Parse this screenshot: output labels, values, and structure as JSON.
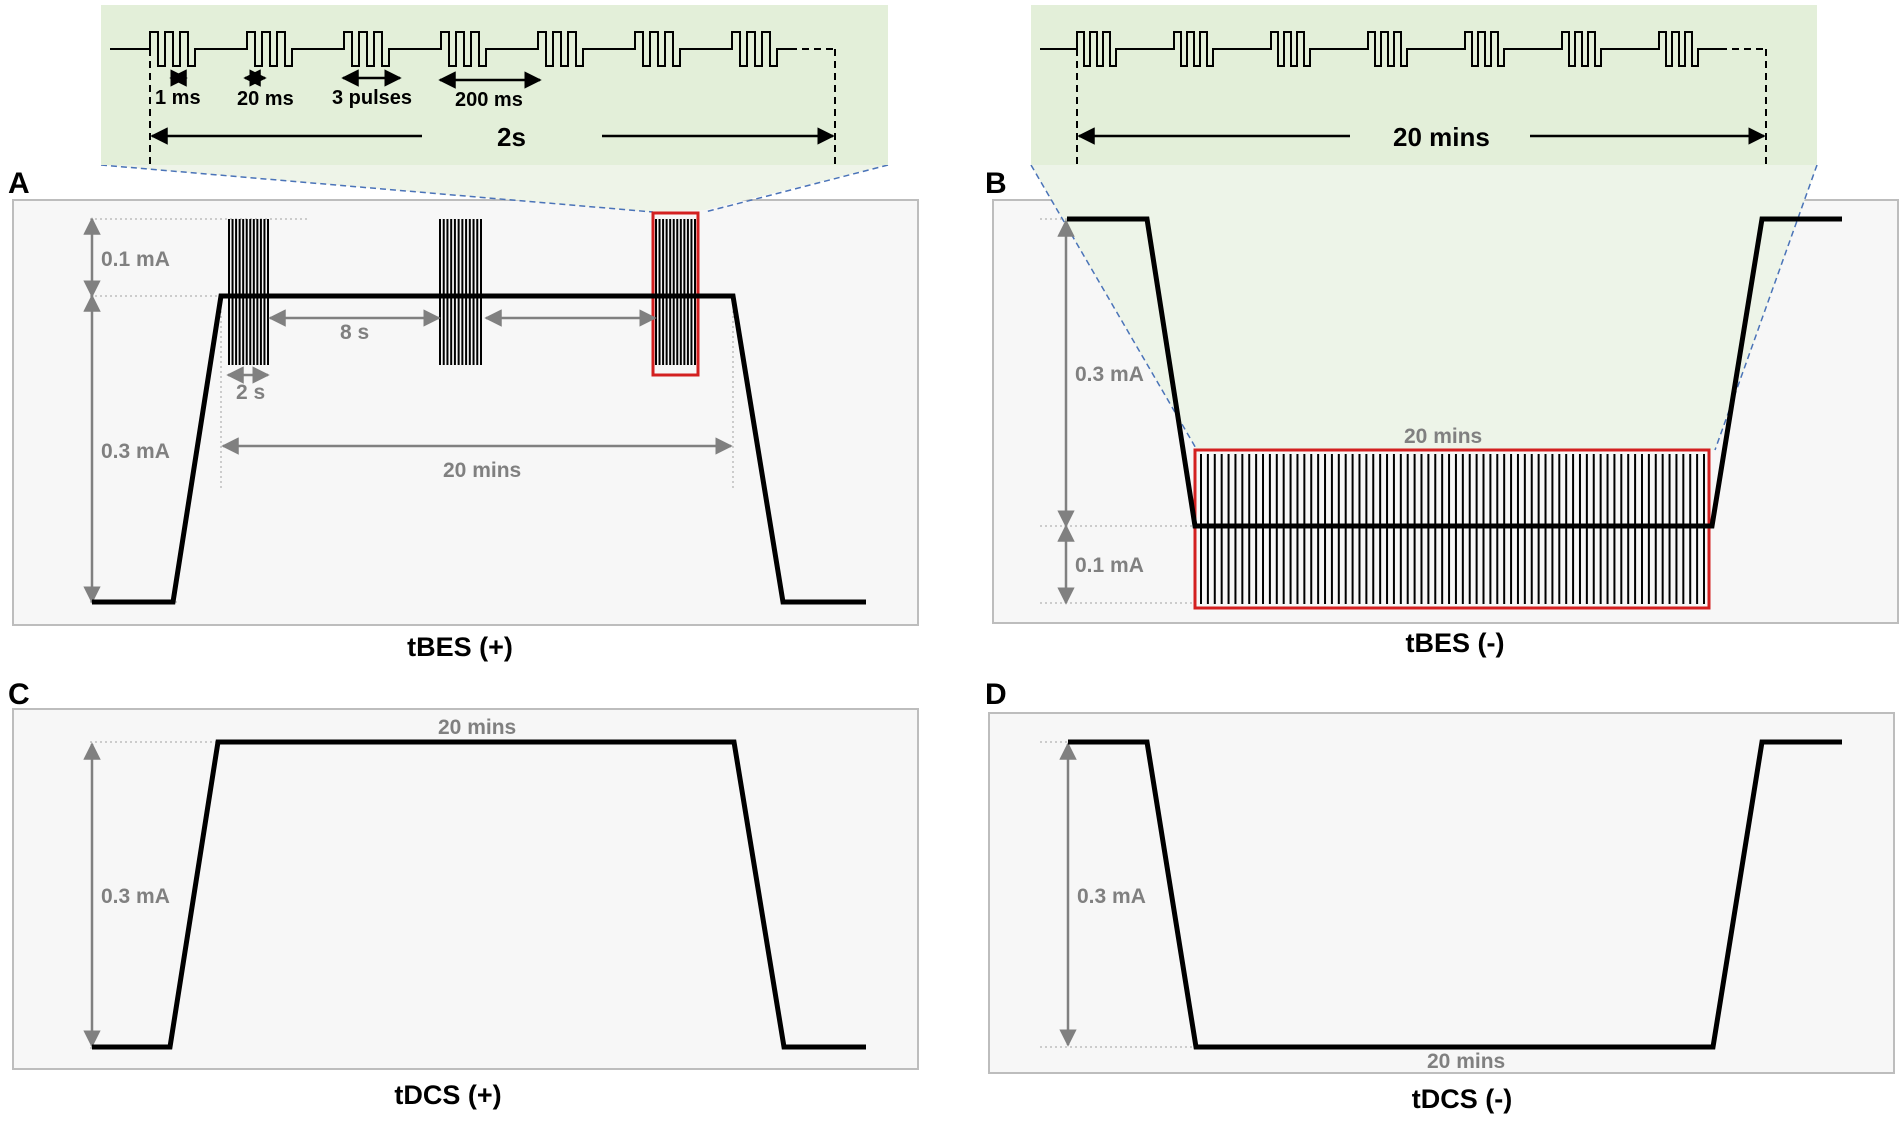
{
  "panels": {
    "A": {
      "letter": "A",
      "caption": "tBES (+)",
      "labels": {
        "amp_small": "0.1 mA",
        "amp_large": "0.3 mA",
        "interval": "8 s",
        "burst_duration": "2 s",
        "duration": "20 mins"
      },
      "zoom": {
        "pulse_width": "1 ms",
        "pulse_interval": "20 ms",
        "pulses": "3 pulses",
        "burst_period": "200 ms",
        "total": "2s"
      }
    },
    "B": {
      "letter": "B",
      "caption": "tBES (-)",
      "labels": {
        "amp_large": "0.3 mA",
        "amp_small": "0.1 mA",
        "duration": "20 mins"
      },
      "zoom": {
        "total": "20 mins"
      }
    },
    "C": {
      "letter": "C",
      "caption": "tDCS (+)",
      "labels": {
        "amp": "0.3 mA",
        "duration": "20 mins"
      }
    },
    "D": {
      "letter": "D",
      "caption": "tDCS (-)",
      "labels": {
        "amp": "0.3 mA",
        "duration": "20 mins"
      }
    }
  },
  "colors": {
    "waveform": "#000000",
    "annotation": "#808080",
    "highlight_box": "#d32020",
    "zoom_background": "#e3efd9",
    "panel_background": "#f7f7f7"
  }
}
